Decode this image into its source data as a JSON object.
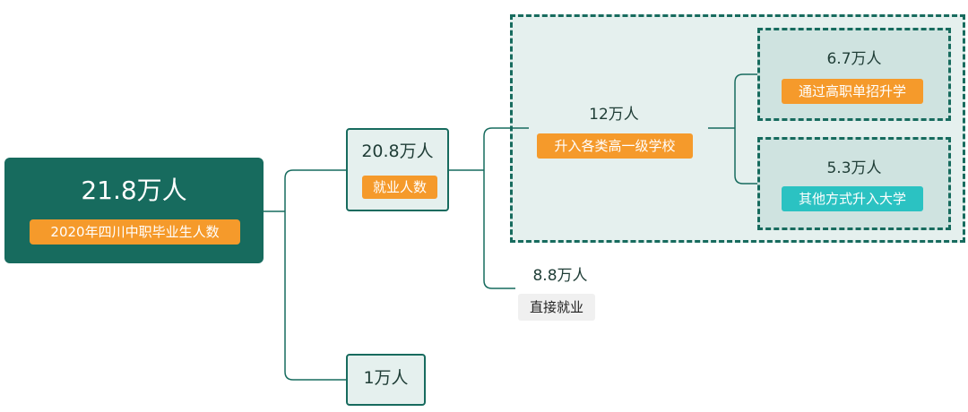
{
  "root": {
    "value": "21.8万人",
    "label": "2020年四川中职毕业生人数"
  },
  "employment": {
    "value": "20.8万人",
    "label": "就业人数"
  },
  "other": {
    "value": "1万人"
  },
  "higher_education": {
    "value": "12万人",
    "label": "升入各类高一级学校"
  },
  "vocational_college": {
    "value": "6.7万人",
    "label": "通过高职单招升学"
  },
  "university": {
    "value": "5.3万人",
    "label": "其他方式升入大学"
  },
  "direct_employment": {
    "value": "8.8万人",
    "label": "直接就业"
  },
  "colors": {
    "primary": "#176b5e",
    "box_fill": "#e5f0ee",
    "orange": "#f59a2b",
    "teal": "#2bc2c2"
  }
}
